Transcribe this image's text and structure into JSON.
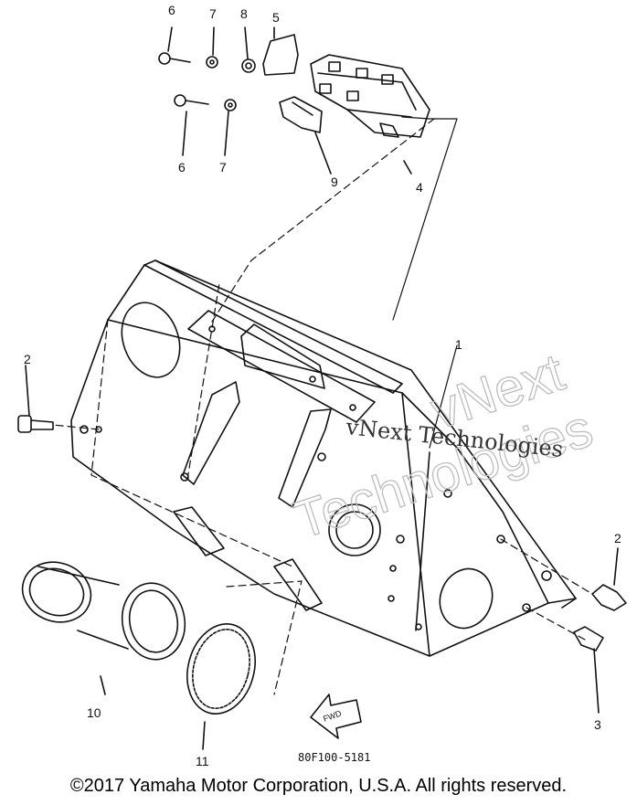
{
  "diagram": {
    "part_labels": {
      "p1": "1",
      "p2a": "2",
      "p2b": "2",
      "p3": "3",
      "p4": "4",
      "p5": "5",
      "p6a": "6",
      "p6b": "6",
      "p7a": "7",
      "p7b": "7",
      "p8": "8",
      "p9": "9",
      "p10": "10",
      "p11": "11"
    },
    "fwd_arrow": "FWD",
    "drawing_code": "80F100-5181",
    "watermark": {
      "big": "vNext",
      "big2": "Technologies",
      "small": "vNext Technologies"
    }
  },
  "footer": {
    "copyright": "©2017 Yamaha Motor Corporation, U.S.A. All rights reserved."
  }
}
